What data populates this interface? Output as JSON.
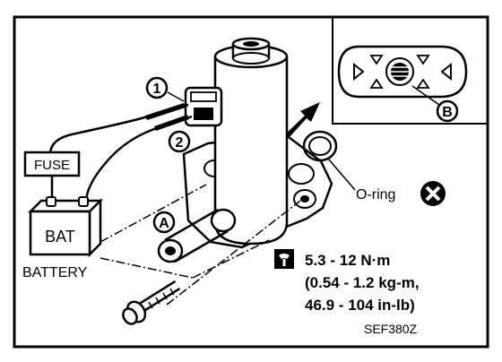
{
  "labels": {
    "fuse": "FUSE",
    "bat": "BAT",
    "battery": "BATTERY",
    "callout_1": "1",
    "callout_2": "2",
    "callout_a": "A",
    "callout_b": "B",
    "oring": "O-ring",
    "torque_line1": "5.3 - 12 N·m",
    "torque_line2": "(0.54 - 1.2 kg-m,",
    "torque_line3": "46.9 - 104 in-lb)",
    "ref_code": "SEF380Z"
  },
  "icons": {
    "do_not_reuse": "x-circle-icon",
    "torque_wrench": "torque-wrench-icon"
  },
  "colors": {
    "ink": "#000000",
    "paper": "#ffffff"
  }
}
